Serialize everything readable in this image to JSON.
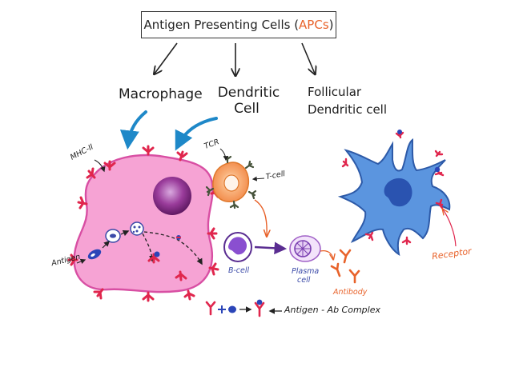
{
  "title": {
    "prefix": "Antigen Presenting Cells (",
    "highlight": "APCs",
    "suffix": ")"
  },
  "categories": {
    "macrophage": "Macrophage",
    "dendritic_line1": "Dendritic",
    "dendritic_line2": "Cell",
    "follicular_line1": "Follicular",
    "follicular_line2": "Dendritic cell"
  },
  "labels": {
    "mhc": "MHC-II",
    "antigen": "Antigen",
    "tcr": "TCR",
    "t_cell": "T-cell",
    "b_cell": "B-cell",
    "plasma_line1": "Plasma",
    "plasma_line2": "cell",
    "antibody": "Antibody",
    "receptor": "Receptor",
    "complex": "Antigen - Ab Complex"
  },
  "colors": {
    "macrophage": "#f6a3d4",
    "macrophage_outline": "#d84fa3",
    "nucleus": "#8a2a8c",
    "receptor_red": "#e0264d",
    "t_cell": "#f6a36b",
    "b_cell": "#9d6fe0",
    "fdc": "#5b95df",
    "arrow_blue": "#1e88c8",
    "antibody_orange": "#e8622a",
    "complex_blue": "#2b45b8"
  }
}
